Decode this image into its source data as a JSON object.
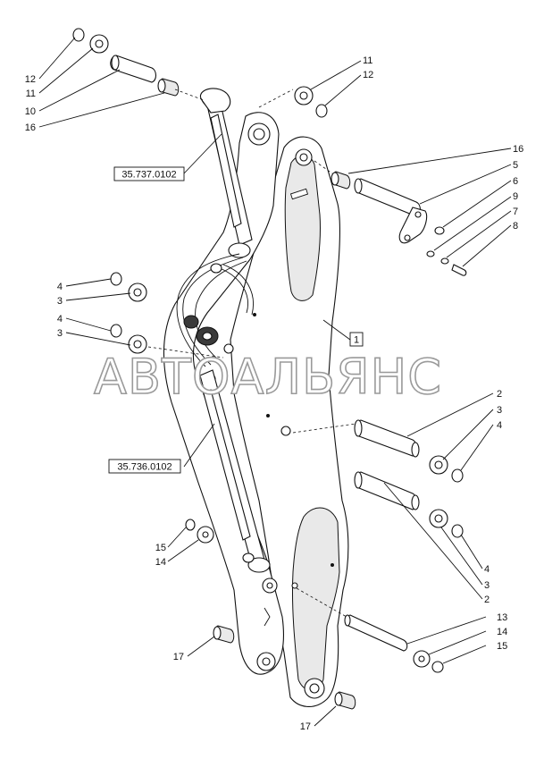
{
  "watermark": "АВТОАЛЬЯНС",
  "references": {
    "upper_cylinder": "35.737.0102",
    "lower_cylinder": "35.736.0102",
    "boom": "1"
  },
  "callouts": {
    "a12": "12",
    "a11": "11",
    "a10": "10",
    "a16": "16",
    "b11": "11",
    "b12": "12",
    "c16": "16",
    "c5": "5",
    "c6": "6",
    "c9": "9",
    "c7": "7",
    "c8": "8",
    "d4": "4",
    "d3": "3",
    "e4": "4",
    "e3": "3",
    "f2": "2",
    "f3": "3",
    "f4": "4",
    "g4": "4",
    "g3": "3",
    "g2": "2",
    "h15": "15",
    "h14": "14",
    "i13": "13",
    "i14": "14",
    "i15": "15",
    "j17": "17",
    "k17": "17"
  }
}
